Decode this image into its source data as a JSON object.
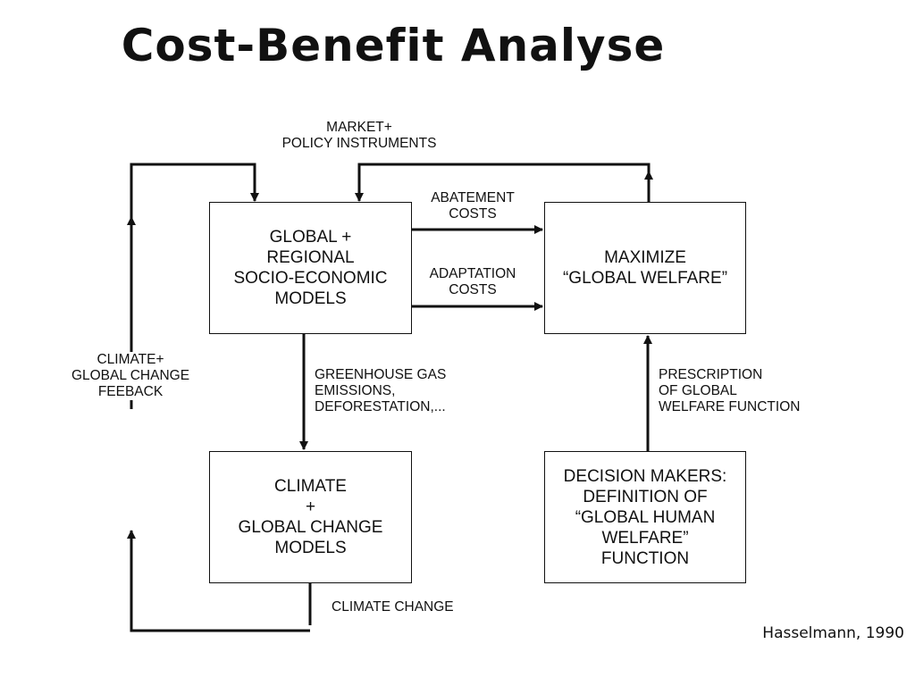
{
  "title": "Cost-Benefit Analyse",
  "citation": "Hasselmann, 1990",
  "boxes": {
    "socio_economic": "GLOBAL +\nREGIONAL\nSOCIO-ECONOMIC\nMODELS",
    "maximize": "MAXIMIZE\n“GLOBAL WELFARE”",
    "climate_models": "CLIMATE\n+\nGLOBAL CHANGE\nMODELS",
    "decision_makers": "DECISION MAKERS:\nDEFINITION OF\n“GLOBAL HUMAN\nWELFARE”\nFUNCTION"
  },
  "labels": {
    "market_policy": "MARKET+\nPOLICY INSTRUMENTS",
    "abatement": "ABATEMENT\nCOSTS",
    "adaptation": "ADAPTATION\nCOSTS",
    "feedback": "CLIMATE+\nGLOBAL CHANGE\nFEEBACK",
    "emissions": "GREENHOUSE GAS\nEMISSIONS,\nDEFORESTATION,...",
    "prescription": "PRESCRIPTION\nOF GLOBAL\nWELFARE FUNCTION",
    "climate_change": "CLIMATE CHANGE"
  }
}
